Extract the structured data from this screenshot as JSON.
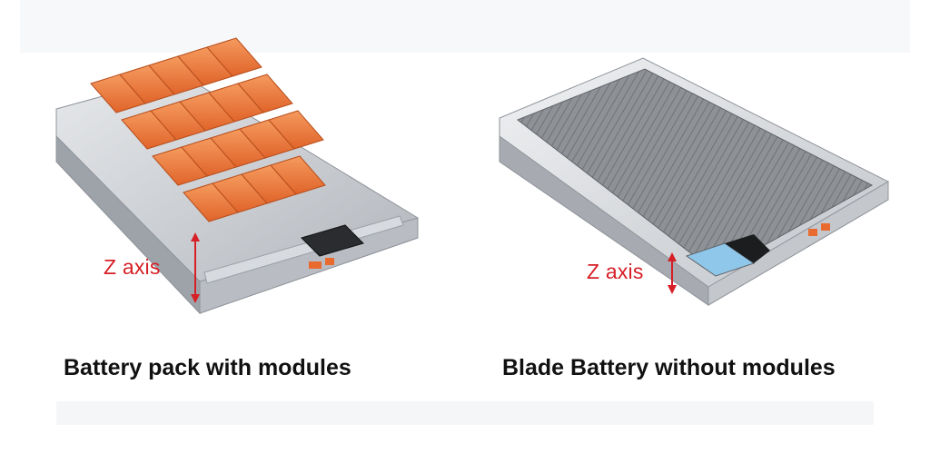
{
  "left": {
    "axis_label": "Z axis",
    "caption": "Battery pack with modules"
  },
  "right": {
    "axis_label": "Z axis",
    "caption": "Blade Battery without modules"
  },
  "colors": {
    "axis_annotation": "#d61f26",
    "module_orange": "#f07a3a",
    "tray_silver": "#c9ccd1",
    "blade_gray": "#8e9196"
  }
}
